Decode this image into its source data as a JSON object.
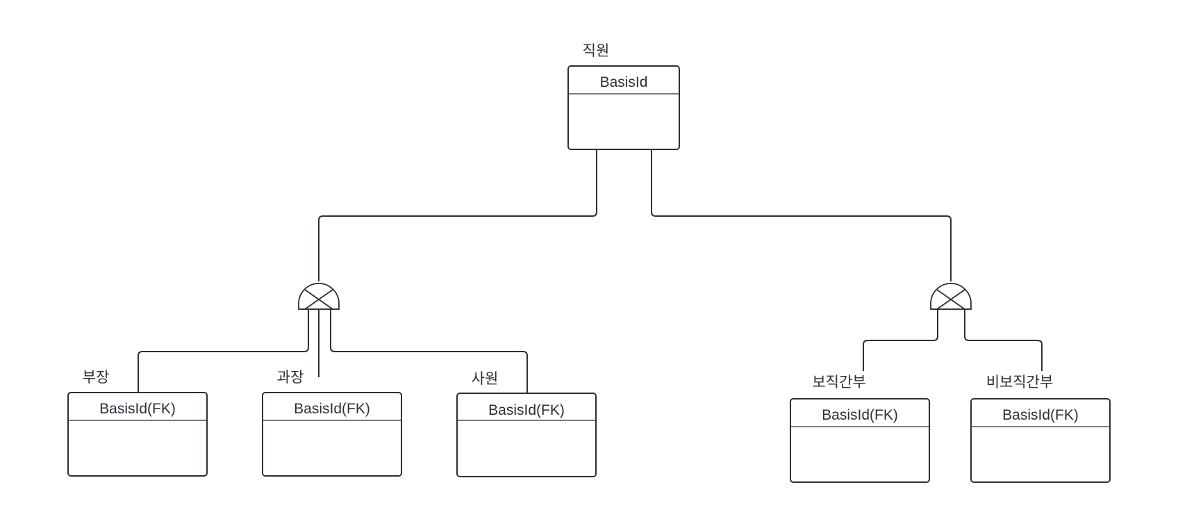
{
  "diagram": {
    "parent": {
      "name": "직원",
      "attribute": "BasisId"
    },
    "left_group": {
      "children": [
        {
          "name": "부장",
          "attribute": "BasisId(FK)"
        },
        {
          "name": "과장",
          "attribute": "BasisId(FK)"
        },
        {
          "name": "사원",
          "attribute": "BasisId(FK)"
        }
      ]
    },
    "right_group": {
      "children": [
        {
          "name": "보직간부",
          "attribute": "BasisId(FK)"
        },
        {
          "name": "비보직간부",
          "attribute": "BasisId(FK)"
        }
      ]
    }
  }
}
